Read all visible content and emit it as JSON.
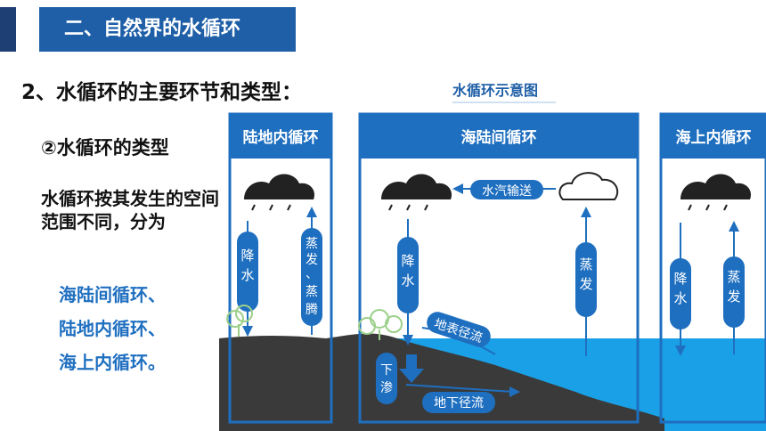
{
  "header": {
    "title": "二、自然界的水循环"
  },
  "section_title": "2、水循环的主要环节和类型：",
  "subtitle": "②水循环的类型",
  "description": "水循环按其发生的空间范围不同，分为",
  "cycle_list": [
    "海陆间循环、",
    "陆地内循环、",
    "海上内循环。"
  ],
  "diagram": {
    "title": "水循环示意图",
    "panels": {
      "inland": "陆地内循环",
      "sea_land": "海陆间循环",
      "maritime": "海上内循环"
    },
    "labels": {
      "inland_precip": [
        "降",
        "水"
      ],
      "inland_evap": [
        "蒸",
        "发",
        "、",
        "蒸",
        "腾"
      ],
      "sealand_precip": [
        "降",
        "水"
      ],
      "sealand_evap": [
        "蒸",
        "发"
      ],
      "vapor_transport": "水汽输送",
      "surface_runoff": "地表径流",
      "infiltration": [
        "下",
        "渗"
      ],
      "underground_runoff": "地下径流",
      "maritime_precip": [
        "降",
        "水"
      ],
      "maritime_evap": [
        "蒸",
        "发"
      ]
    },
    "colors": {
      "panel_header": "#1f6fc0",
      "panel_border": "#1f6fc0",
      "ocean": "#1aa0e6",
      "land": "#3a3a3a",
      "pill": "#1f6fc0"
    }
  }
}
